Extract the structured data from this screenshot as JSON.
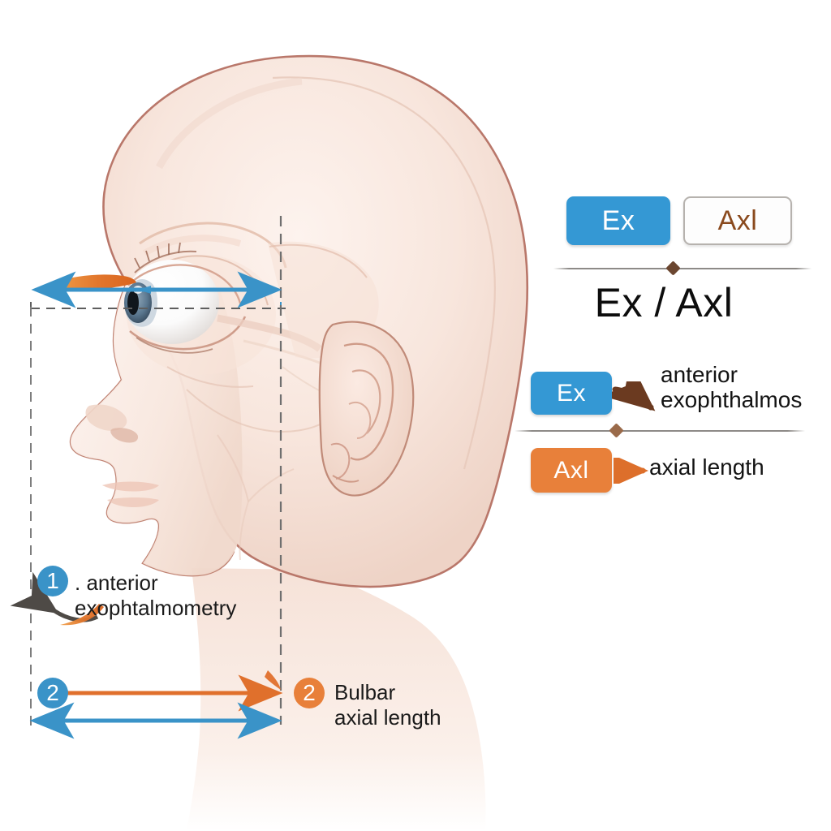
{
  "figure": {
    "title": "Exophthalmometry and bulbar axial length measurement diagram",
    "subject": "lateral view of human head with eye globe"
  },
  "legend": {
    "top_row": {
      "chip_ex": "Ex",
      "chip_axl": "Axl",
      "ratio_label": "Ex / Axl"
    },
    "entries": [
      {
        "chip": "Ex",
        "chip_style": "filled-blue",
        "description": "anterior\nexophthalmos",
        "arrow": "curved-arrow-brown"
      },
      {
        "chip": "Axl",
        "chip_style": "filled-orange",
        "description": "axial length",
        "arrow": "straight-arrow-orange"
      }
    ]
  },
  "callouts": [
    {
      "number": "1",
      "badge_color": "#3a93c8",
      "text": ". anterior\nexophtalmometry",
      "arrow": "curved-arrow-left"
    },
    {
      "number": "2",
      "badge_color": "#3a93c8",
      "text": "",
      "arrow": "measure-arrows"
    },
    {
      "number": "2",
      "badge_color": "#e8803a",
      "text": "Bulbar\naxial length",
      "arrow": ""
    }
  ],
  "measurements": {
    "eye_arrow": {
      "name": "anterior-exophthalmos-arrow",
      "color": "#3a93c8",
      "style": "double-headed"
    },
    "orange_overlay": {
      "name": "axial-length-marker",
      "color": "#e8803a"
    },
    "bottom_orange_arrow": {
      "name": "bulbar-axial-length-arrow",
      "color": "#e0702c",
      "style": "single-headed-right"
    },
    "bottom_blue_arrow": {
      "name": "total-depth-arrow",
      "color": "#3a93c8",
      "style": "double-headed"
    },
    "reference_lines": {
      "name": "dashed-reference-lines",
      "color": "#7d7d7d",
      "style": "dashed"
    }
  },
  "colors": {
    "blue": "#3498d4",
    "blue_arrow": "#3a93c8",
    "orange": "#e8803a",
    "orange_arrow": "#e0702c",
    "brown_text": "#8a4a1e",
    "brown_marker": "#6b4630",
    "divider_gray": "#8d8a87",
    "skin_light": "#fbeee8",
    "skin_mid": "#f3ddd3",
    "skin_outline": "#b9776a",
    "background": "#ffffff"
  }
}
